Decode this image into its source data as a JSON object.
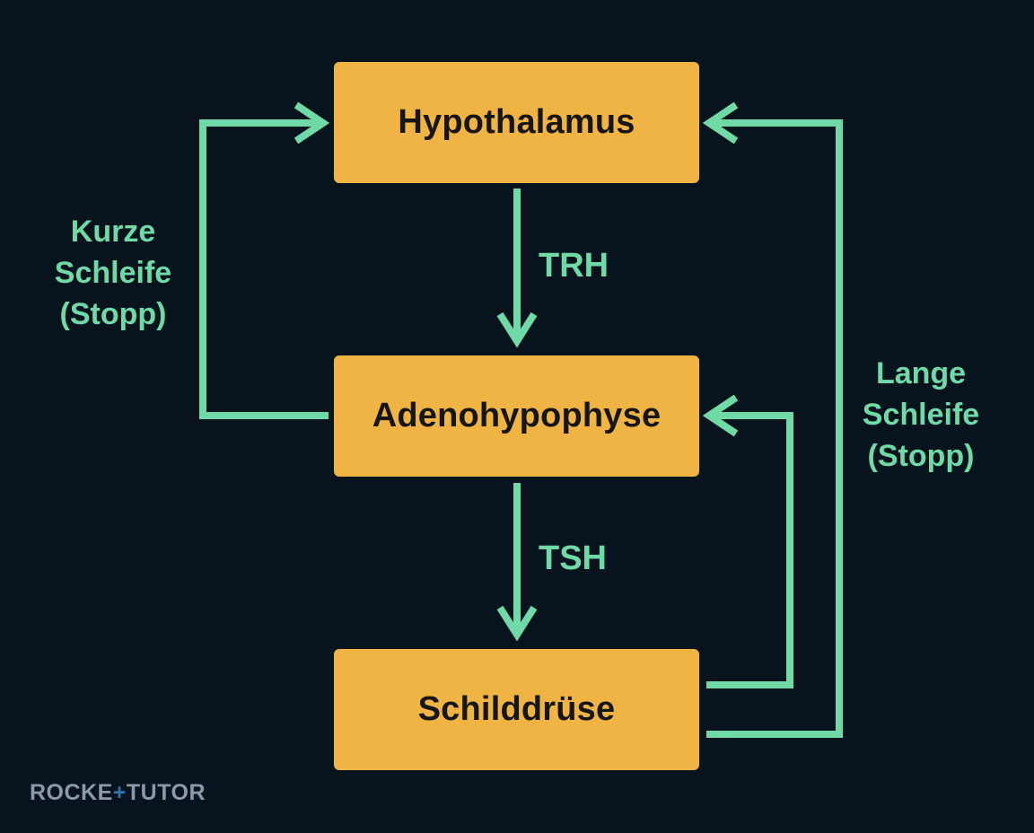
{
  "nodes": {
    "hypothalamus": "Hypothalamus",
    "adenohypophyse": "Adenohypophyse",
    "schilddruese": "Schilddrüse"
  },
  "hormones": {
    "trh": "TRH",
    "tsh": "TSH"
  },
  "feedback": {
    "short_loop": [
      "Kurze",
      "Schleife",
      "(Stopp)"
    ],
    "long_loop": [
      "Lange",
      "Schleife",
      "(Stopp)"
    ]
  },
  "logo": {
    "part1": "ROCKE",
    "plus": "+",
    "part2": "TUTOR"
  },
  "colors": {
    "background": "#07131d",
    "box_fill": "#f0b445",
    "box_text": "#161616",
    "arrow": "#6fdaa6",
    "logo_text": "#8c9aa6",
    "logo_accent": "#2d74b4"
  }
}
